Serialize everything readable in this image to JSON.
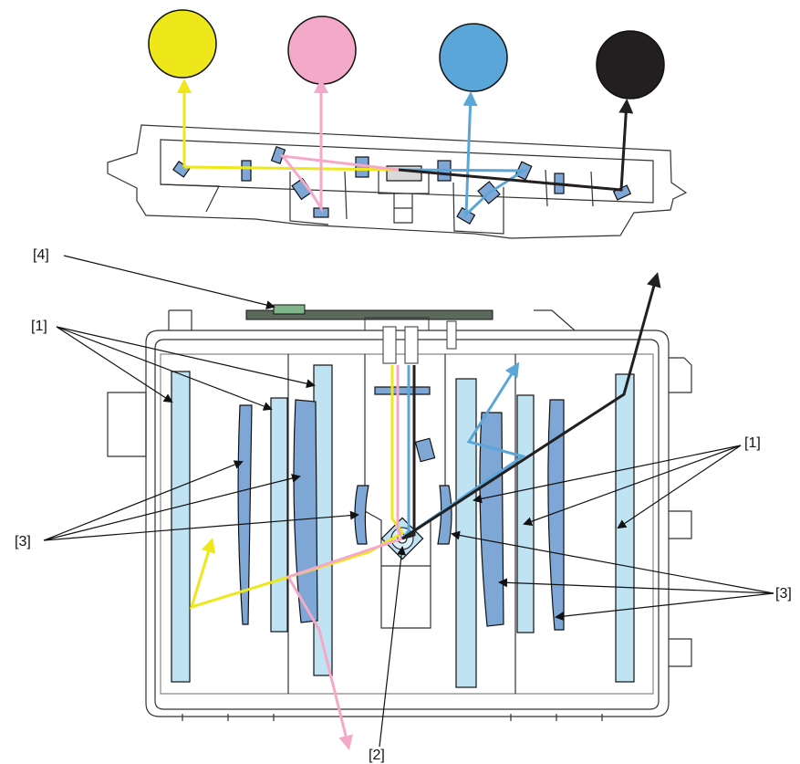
{
  "labels": {
    "one_left": "[1]",
    "one_right": "[1]",
    "two": "[2]",
    "three_left": "[3]",
    "three_right": "[3]",
    "four": "[4]"
  },
  "colors": {
    "yellow": "#EEE81A",
    "magenta": "#F5A9C9",
    "cyan": "#5AA6D8",
    "black": "#231F20",
    "lens": "#BFE3F3",
    "mirror": "#7FA7D6",
    "board": "#7FB58A"
  },
  "icons": {
    "yellow_disc": "yellow-toner-circle",
    "magenta_disc": "magenta-toner-circle",
    "cyan_disc": "cyan-toner-circle",
    "black_disc": "black-toner-circle",
    "polygon_mirror": "polygon-mirror-icon"
  }
}
